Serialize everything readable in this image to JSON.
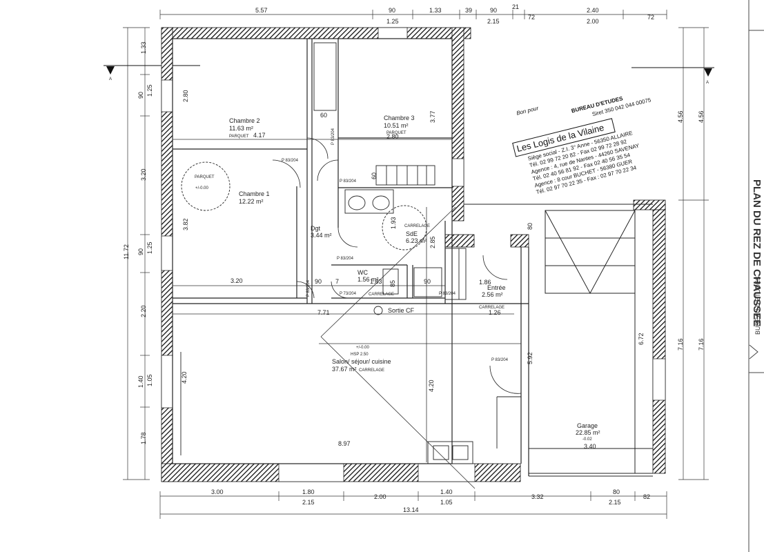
{
  "dims_top": {
    "a": "5.57",
    "b": "90",
    "c": "1.25",
    "d": "1.33",
    "e": "39",
    "f": "90",
    "g": "2.15",
    "h": "21",
    "i": "72",
    "j": "2.40",
    "k": "2.00",
    "l": "72"
  },
  "dims_bottom": {
    "a": "3.00",
    "b": "1.80",
    "c": "2.15",
    "d": "2.00",
    "e": "1.40",
    "f": "1.05",
    "g": "3.32",
    "h": "80",
    "i": "2.15",
    "j": "82",
    "total": "13.14"
  },
  "dims_left": {
    "a": "1.33",
    "b": "90",
    "c": "1.25",
    "d": "3.20",
    "e": "11.72",
    "f": "90",
    "g": "1.25",
    "h": "2.20",
    "i": "1.40",
    "j": "1.05",
    "k": "1.78"
  },
  "dims_right": {
    "a": "4.56",
    "b": "4.56",
    "c": "7.16",
    "d": "7.16"
  },
  "section_marks": {
    "left": "A",
    "right": "A"
  },
  "rooms": {
    "chambre2": {
      "name": "Chambre 2",
      "area": "11.63 m²",
      "floor": "PARQUET",
      "w": "4.17",
      "h": "2.80"
    },
    "chambre3": {
      "name": "Chambre 3",
      "area": "10.51 m²",
      "floor": "PARQUET",
      "w": "2.80",
      "h": "3.77"
    },
    "chambre1": {
      "name": "Chambre 1",
      "area": "12.22 m²",
      "floor": "PARQUET",
      "level": "+/-0.00",
      "w": "3.20",
      "h": "3.82"
    },
    "dgt": {
      "name": "Dgt",
      "area": "3.44 m²"
    },
    "sde": {
      "name": "SdE",
      "area": "6.23 m²",
      "floor": "CARRELAGE",
      "w": "1.93",
      "h": "2.85"
    },
    "wc": {
      "name": "WC",
      "area": "1.56 m²",
      "floor": "CARRELAGE",
      "w": "1.83",
      "h": "85"
    },
    "entree": {
      "name": "Entrée",
      "area": "2.56 m²",
      "floor": "CARRELAGE",
      "w": "1.86",
      "h": "1.26"
    },
    "salon": {
      "name": "Salon/ séjour/ cuisine",
      "area": "37.67 m²",
      "floor": "CARRELAGE",
      "level": "+/-0.00",
      "hsp": "HSP 2.50",
      "w": "8.97",
      "h": "4.20",
      "h2": "4.20",
      "l": "7.71"
    },
    "garage": {
      "name": "Garage",
      "area": "22.85 m²",
      "level": "-0.02",
      "w": "3.40",
      "h": "6.72",
      "d": "5.92"
    }
  },
  "misc": {
    "sortie": "Sortie CF",
    "d60a": "60",
    "d60b": "60",
    "d90a": "90",
    "d7": "7",
    "d90b": "90",
    "d80": "80"
  },
  "doors": {
    "p1": "P 83/204",
    "p2": "P 83/204",
    "p3": "P 83/204",
    "p4": "P 83/204",
    "p5": "P 83/204",
    "p6": "P 73/204",
    "p7": "P 83/204",
    "p8": "P 83/204"
  },
  "stamp": {
    "note": "Bon pour",
    "logo": "Les Logis de la Vilaine",
    "caption": "BUREAU D'ETUDES",
    "siret": "Siret 350 042 044 00075",
    "line1": "Siège social - Z.I. 3° Anne - 56350 ALLAIRE",
    "line2": "Tél. 02 99 72 20 82 - Fax 02 99 72 28 92",
    "line3": "Agence : 4, rue de Nantes - 44260 SAVENAY",
    "line4": "Tél. 02 40 56 81 92 - Fax 02 40 56 35 54",
    "line5": "Agence : 8 cour BUCHET - 56380 GUER",
    "line6": "Tél. 02 97 70 22 35 - Fax : 02 97 70 22 34"
  },
  "side_text": {
    "title": "PLAN DU REZ DE CHAUSSEE",
    "dept": "BUREAU D'ETUDES"
  }
}
